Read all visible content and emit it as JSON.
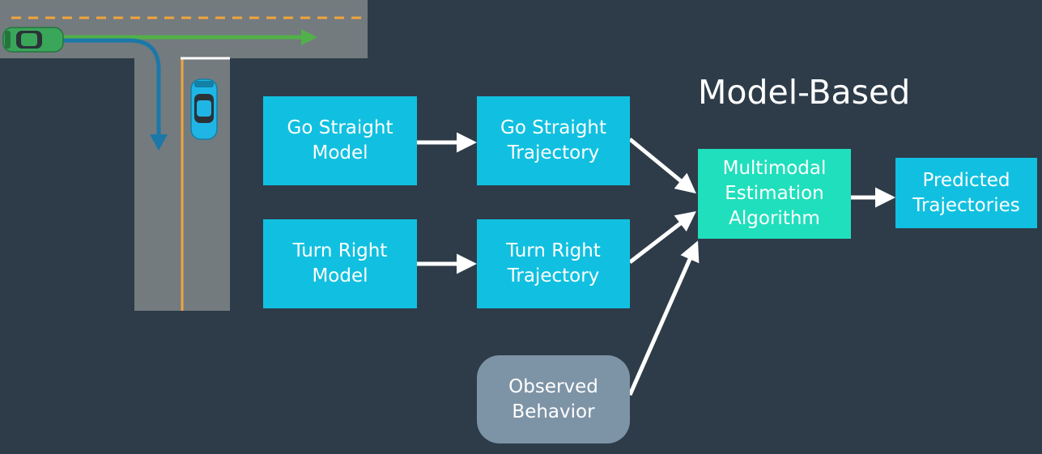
{
  "title": "Model-Based",
  "boxes": {
    "go_straight_model": "Go Straight\nModel",
    "go_straight_trajectory": "Go Straight\nTrajectory",
    "turn_right_model": "Turn Right\nModel",
    "turn_right_trajectory": "Turn Right\nTrajectory",
    "multimodal_algorithm": "Multimodal\nEstimation\nAlgorithm",
    "predicted_trajectories": "Predicted\nTrajectories",
    "observed_behavior": "Observed\nBehavior"
  },
  "colors": {
    "background": "#2e3c49",
    "road": "#737b7f",
    "lane_marking": "#f0a43c",
    "model_box": "#11c0e0",
    "algorithm_box": "#20dfbc",
    "observed_box": "#7d93a6",
    "green_car": "#3aa65a",
    "blue_car": "#1fb6e6",
    "straight_path_arrow": "#52b04a",
    "turn_path_arrow": "#1b78a8"
  },
  "icons": {
    "green_car": "car-icon",
    "blue_car": "car-icon"
  }
}
